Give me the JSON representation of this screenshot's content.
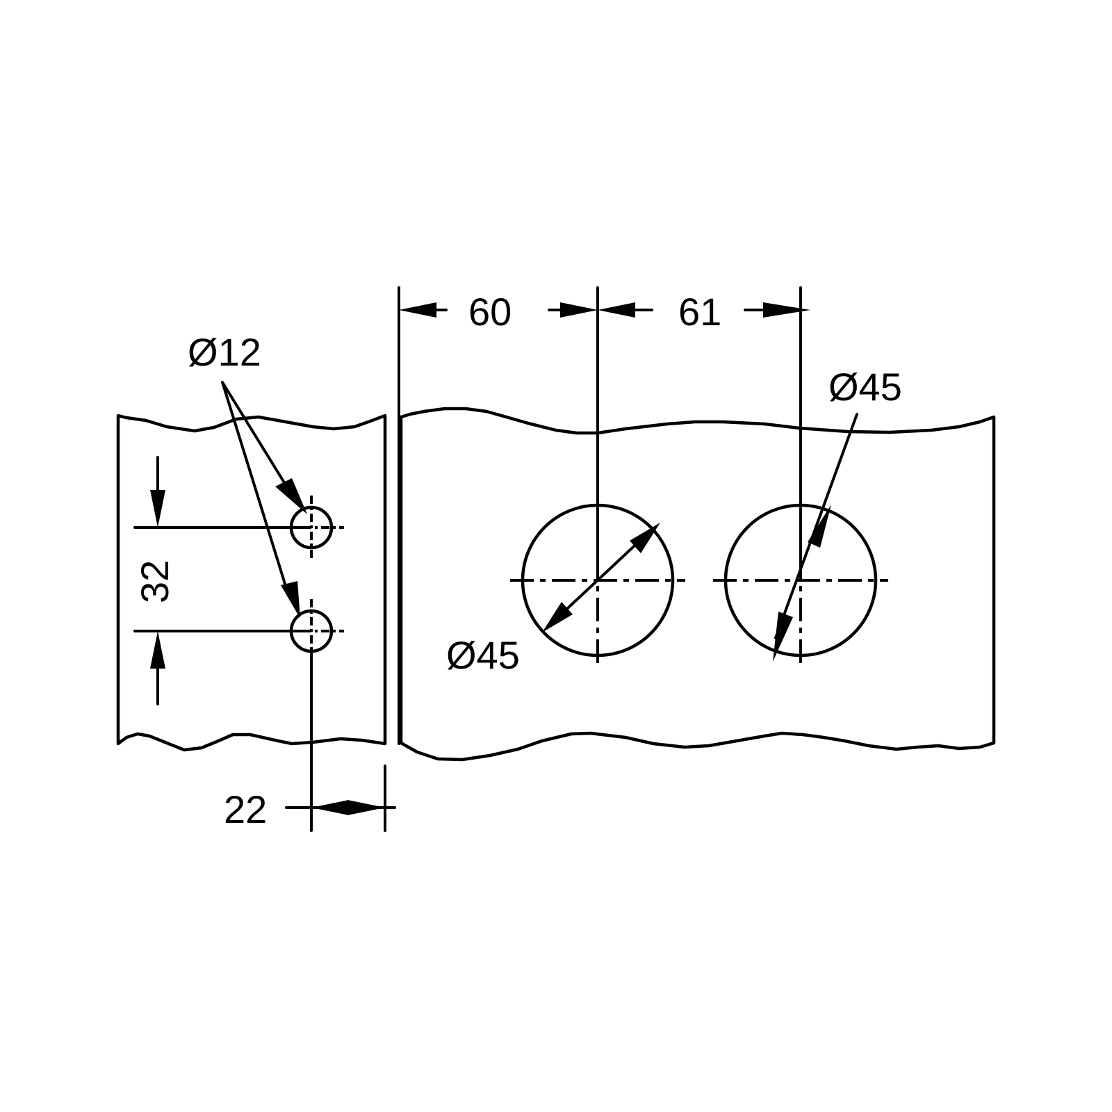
{
  "drawing": {
    "title": "Glass panel hole layout",
    "units": "mm",
    "stroke_color": "#000000",
    "background": "#ffffff"
  },
  "dimensions": {
    "small_hole_diameter": "Ø12",
    "small_hole_spacing": "32",
    "small_hole_edge_offset": "22",
    "large_hole_offset_1": "60",
    "large_hole_spacing": "61",
    "large_hole_diameter_left": "Ø45",
    "large_hole_diameter_right": "Ø45"
  },
  "parts": {
    "left_panel": {
      "holes": 2,
      "hole_diameter": 12
    },
    "right_panel": {
      "holes": 2,
      "hole_diameter": 45
    }
  }
}
